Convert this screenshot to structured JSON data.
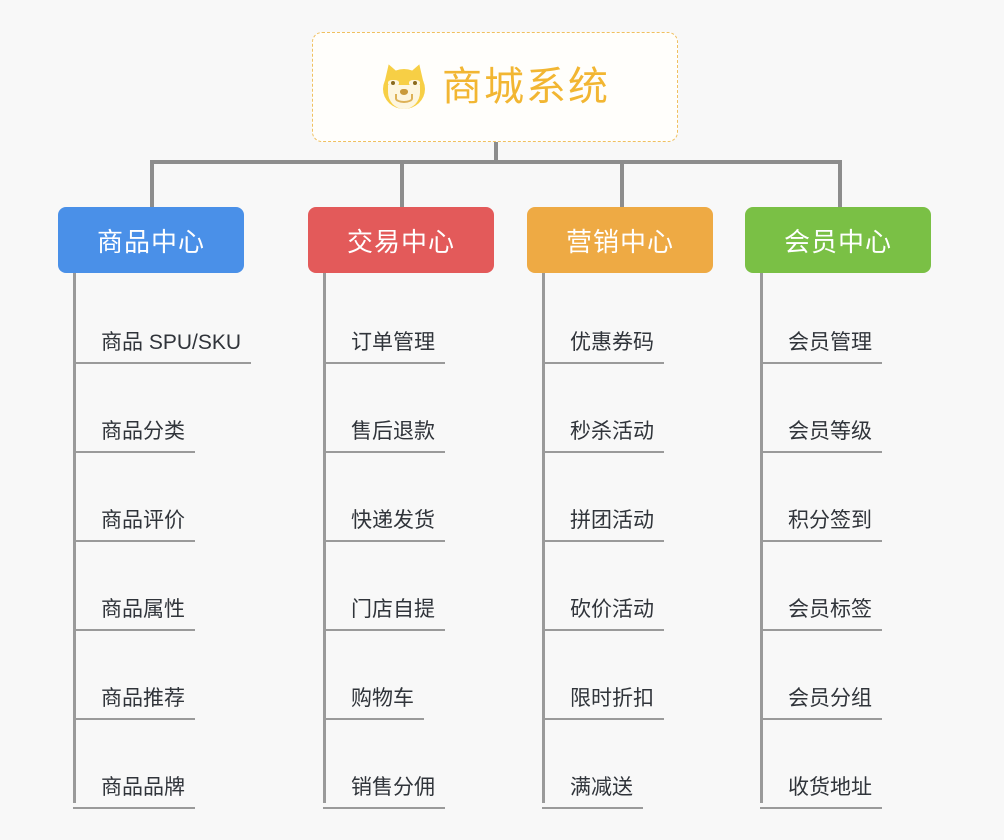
{
  "diagram": {
    "type": "mindmap",
    "title": "商城系统",
    "background_color": "#f8f8f8",
    "root": {
      "label": "商城系统",
      "icon": "shiba-dog-face-emoji",
      "text_color": "#f2b632",
      "border_color": "#f0c060",
      "background_color": "#fffefb",
      "border_style": "dashed"
    },
    "connector_color": "#8d8d8d",
    "branch_line_color": "#9a9a9a",
    "leaf_text_color": "#30343a",
    "categories": [
      {
        "label": "商品中心",
        "color": "#4a90e8",
        "items": [
          {
            "label": "商品 SPU/SKU"
          },
          {
            "label": "商品分类"
          },
          {
            "label": "商品评价"
          },
          {
            "label": "商品属性"
          },
          {
            "label": "商品推荐"
          },
          {
            "label": "商品品牌"
          }
        ]
      },
      {
        "label": "交易中心",
        "color": "#e35a5a",
        "items": [
          {
            "label": "订单管理"
          },
          {
            "label": "售后退款"
          },
          {
            "label": "快递发货"
          },
          {
            "label": "门店自提"
          },
          {
            "label": "购物车"
          },
          {
            "label": "销售分佣"
          }
        ]
      },
      {
        "label": "营销中心",
        "color": "#eeaa44",
        "items": [
          {
            "label": "优惠券码"
          },
          {
            "label": "秒杀活动"
          },
          {
            "label": "拼团活动"
          },
          {
            "label": "砍价活动"
          },
          {
            "label": "限时折扣"
          },
          {
            "label": "满减送"
          }
        ]
      },
      {
        "label": "会员中心",
        "color": "#7ac045",
        "items": [
          {
            "label": "会员管理"
          },
          {
            "label": "会员等级"
          },
          {
            "label": "积分签到"
          },
          {
            "label": "会员标签"
          },
          {
            "label": "会员分组"
          },
          {
            "label": "收货地址"
          }
        ]
      }
    ]
  }
}
